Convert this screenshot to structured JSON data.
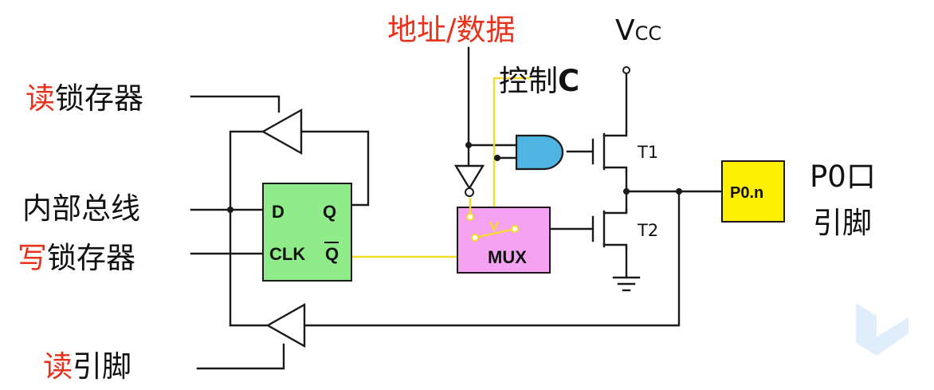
{
  "labels": {
    "read_latch_prefix": "读",
    "read_latch_rest": "锁存器",
    "internal_bus": "内部总线",
    "write_latch_prefix": "写",
    "write_latch_rest": "锁存器",
    "read_pin_prefix": "读",
    "read_pin_rest": "引脚",
    "address_data": "地址/数据",
    "control_text": "控制",
    "control_c": "C",
    "vcc_v": "V",
    "vcc_sub": "CC",
    "t1": "T1",
    "t2": "T2",
    "port_line1": "P0口",
    "port_line2": "引脚"
  },
  "latch": {
    "d": "D",
    "q": "Q",
    "clk": "CLK",
    "qbar": "Q"
  },
  "mux": {
    "label": "MUX"
  },
  "pin_box": {
    "label": "P0.n"
  },
  "colors": {
    "latch_fill": "#90ec88",
    "mux_fill": "#f6a2f2",
    "and_gate_fill": "#4fb4e4",
    "pin_fill": "#fff000",
    "control_wire": "#f3dc2a",
    "red_text": "#e8321c"
  }
}
